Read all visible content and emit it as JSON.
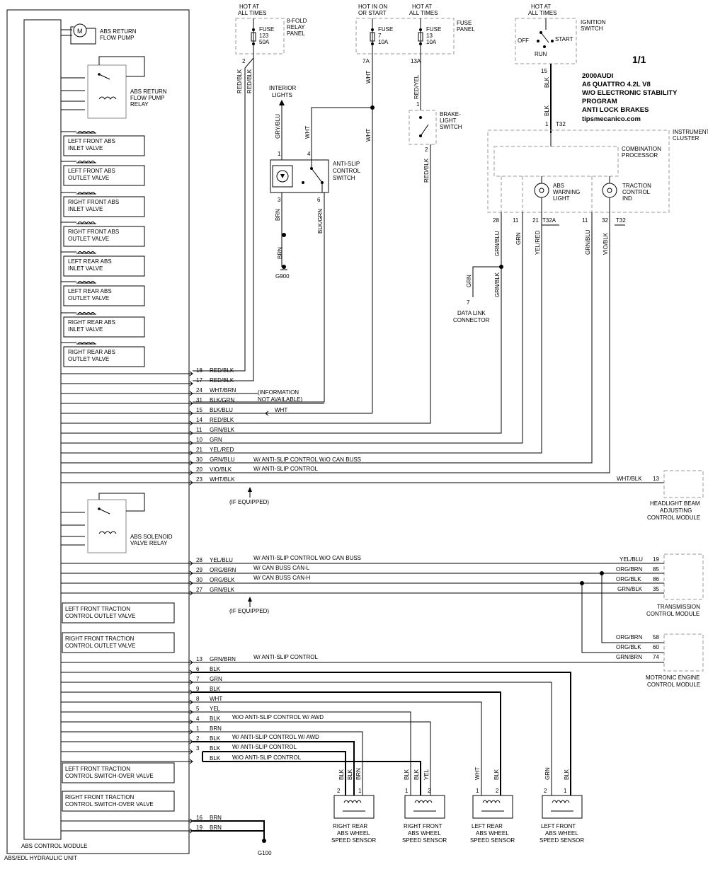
{
  "title": {
    "page_number": "1/1",
    "lines": [
      "2000AUDI",
      "A6 QUATTRO  4.2L V8",
      "W/O  ELECTRONIC STABILITY",
      "PROGRAM",
      "ANTI LOCK BRAKES",
      "tipsmecanico.com"
    ]
  },
  "abs_module": {
    "label": "ABS CONTROL MODULE",
    "hydraulic_label": "ABS/EDL HYDRAULIC UNIT",
    "return_pump": [
      "ABS RETURN",
      "FLOW PUMP"
    ],
    "pump_relay": [
      "ABS RETURN",
      "FLOW PUMP",
      "RELAY"
    ],
    "solenoid_relay": [
      "ABS SOLENOID",
      "VALVE RELAY"
    ],
    "valves": [
      [
        "LEFT FRONT ABS",
        "INLET VALVE"
      ],
      [
        "LEFT FRONT ABS",
        "OUTLET VALVE"
      ],
      [
        "RIGHT FRONT ABS",
        "INLET VALVE"
      ],
      [
        "RIGHT FRONT ABS",
        "OUTLET VALVE"
      ],
      [
        "LEFT REAR ABS",
        "INLET VALVE"
      ],
      [
        "LEFT REAR ABS",
        "OUTLET VALVE"
      ],
      [
        "RIGHT REAR ABS",
        "INLET VALVE"
      ],
      [
        "RIGHT REAR ABS",
        "OUTLET VALVE"
      ]
    ],
    "traction_valves": [
      [
        "LEFT FRONT TRACTION",
        "CONTROL OUTLET VALVE"
      ],
      [
        "RIGHT FRONT TRACTION",
        "CONTROL OUTLET VALVE"
      ]
    ],
    "switchover_valves": [
      [
        "LEFT FRONT TRACTION",
        "CONTROL SWITCH-OVER VALVE"
      ],
      [
        "RIGHT FRONT TRACTION",
        "CONTROL SWITCH-OVER VALVE"
      ]
    ]
  },
  "power": {
    "relay_panel": {
      "hot": [
        "HOT AT",
        "ALL TIMES"
      ],
      "panel": [
        "8-FOLD",
        "RELAY",
        "PANEL"
      ],
      "fuse": [
        "FUSE",
        "123",
        "50A"
      ],
      "pin": "2",
      "wire1": "RED/BLK",
      "wire2": "RED/BLK"
    },
    "fuse7": {
      "hot": [
        "HOT IN ON",
        "OR START"
      ],
      "fuse": [
        "FUSE",
        "7",
        "10A"
      ],
      "pin": "7A",
      "wire": "WHT"
    },
    "fuse13": {
      "hot": [
        "HOT AT",
        "ALL TIMES"
      ],
      "fuse": [
        "FUSE",
        "13",
        "10A"
      ],
      "pin": "13A",
      "wire": "RED/YEL"
    },
    "fuse_panel": [
      "FUSE",
      "PANEL"
    ],
    "ignition": {
      "hot": [
        "HOT AT",
        "ALL TIMES"
      ],
      "label": [
        "IGNITION",
        "SWITCH"
      ],
      "off": "OFF",
      "start": "START",
      "run": "RUN",
      "pin": "15",
      "wire": "BLK",
      "wire2": "BLK",
      "pin2": "1",
      "conn": "T32"
    }
  },
  "interior": {
    "lights": [
      "INTERIOR",
      "LIGHTS"
    ],
    "wire_up": "GRY/BLU",
    "wire_wht": "WHT",
    "switch": [
      "ANTI-SLIP",
      "CONTROL",
      "SWITCH"
    ],
    "pins": [
      "1",
      "4",
      "3",
      "6"
    ],
    "wire_brn": "BRN",
    "wire_brn2": "BRN",
    "wire_blkgrn": "BLK/GRN",
    "ground": "G900",
    "wire_wht_long": "WHT"
  },
  "brake": {
    "switch": [
      "BRAKE-",
      "LIGHT",
      "SWITCH"
    ],
    "pin1": "1",
    "pin2": "2",
    "wire": "RED/BLK"
  },
  "cluster": {
    "label": [
      "INSTRUMENT",
      "CLUSTER"
    ],
    "processor": [
      "COMBINATION",
      "PROCESSOR"
    ],
    "abs_light": [
      "ABS",
      "WARNING",
      "LIGHT"
    ],
    "traction": [
      "TRACTION",
      "CONTROL",
      "IND"
    ],
    "pins": [
      "28",
      "11",
      "21",
      "11",
      "32"
    ],
    "conn_a": "T32A",
    "conn_b": "T32",
    "wires": [
      "GRN/BLU",
      "GRN",
      "YEL/RED",
      "GRN/BLU",
      "VIO/BLK"
    ],
    "wire_grnblk": "GRN/BLK",
    "wire_grn": "GRN",
    "dlc": {
      "pin": "7",
      "label": [
        "DATA LINK",
        "CONNECTOR"
      ]
    }
  },
  "module_pins": [
    {
      "pin": "18",
      "color": "RED/BLK"
    },
    {
      "pin": "17",
      "color": "RED/BLK"
    },
    {
      "pin": "24",
      "color": "WHT/BRN"
    },
    {
      "pin": "31",
      "color": "BLK/GRN"
    },
    {
      "pin": "15",
      "color": "BLK/BLU"
    },
    {
      "pin": "14",
      "color": "RED/BLK"
    },
    {
      "pin": "11",
      "color": "GRN/BLK"
    },
    {
      "pin": "10",
      "color": "GRN"
    },
    {
      "pin": "21",
      "color": "YEL/RED"
    },
    {
      "pin": "30",
      "color": "GRN/BLU"
    },
    {
      "pin": "20",
      "color": "VIO/BLK"
    },
    {
      "pin": "23",
      "color": "WHT/BLK"
    },
    {
      "pin": "28",
      "color": "YEL/BLU"
    },
    {
      "pin": "29",
      "color": "ORG/BRN"
    },
    {
      "pin": "30",
      "color": "ORG/BLK"
    },
    {
      "pin": "27",
      "color": "GRN/BLK"
    },
    {
      "pin": "13",
      "color": "GRN/BRN"
    },
    {
      "pin": "6",
      "color": "BLK"
    },
    {
      "pin": "7",
      "color": "GRN"
    },
    {
      "pin": "9",
      "color": "BLK"
    },
    {
      "pin": "8",
      "color": "WHT"
    },
    {
      "pin": "5",
      "color": "YEL"
    },
    {
      "pin": "4",
      "color": "BLK"
    },
    {
      "pin": "1",
      "color": "BRN"
    },
    {
      "pin": "2",
      "color": "BLK"
    },
    {
      "pin": "3",
      "color": "BLK"
    },
    {
      "pin": "",
      "color": "BLK"
    },
    {
      "pin": "16",
      "color": "BRN"
    },
    {
      "pin": "19",
      "color": "BRN"
    }
  ],
  "notes": {
    "info_na": [
      "(INFORMATION",
      "NOT AVAILABLE)"
    ],
    "wht_arrow": "WHT",
    "asr_no_can": "W/ ANTI-SLIP CONTROL W/O CAN BUSS",
    "asr": "W/ ANTI-SLIP CONTROL",
    "if_equipped": "(IF EQUIPPED)",
    "asr_no_can2": "W/ ANTI-SLIP CONTROL W/O CAN BUSS",
    "can_l": "W/ CAN BUSS CAN-L",
    "can_h": "W/ CAN BUSS CAN-H",
    "if_equipped2": "(IF EQUIPPED)",
    "asr2": "W/ ANTI-SLIP CONTROL",
    "no_asr_awd": "W/O ANTI-SLIP CONTROL W/ AWD",
    "asr_awd": "W/ ANTI-SLIP CONTROL W/ AWD",
    "asr3": "W/ ANTI-SLIP CONTROL",
    "no_asr": "W/O ANTI-SLIP CONTROL"
  },
  "headlight": {
    "wire": "WHT/BLK",
    "pin": "13",
    "label": [
      "HEADLIGHT BEAM",
      "ADJUSTING",
      "CONTROL MODULE"
    ]
  },
  "transmission": {
    "label": [
      "TRANSMISSION",
      "CONTROL MODULE"
    ],
    "rows": [
      {
        "color": "YEL/BLU",
        "pin": "19"
      },
      {
        "color": "ORG/BRN",
        "pin": "85"
      },
      {
        "color": "ORG/BLK",
        "pin": "86"
      },
      {
        "color": "GRN/BLK",
        "pin": "35"
      }
    ]
  },
  "motronic": {
    "label": [
      "MOTRONIC ENGINE",
      "CONTROL MODULE"
    ],
    "rows": [
      {
        "color": "ORG/BRN",
        "pin": "58"
      },
      {
        "color": "ORG/BLK",
        "pin": "60"
      },
      {
        "color": "GRN/BRN",
        "pin": "74"
      }
    ]
  },
  "sensors": [
    {
      "label": [
        "RIGHT REAR",
        "ABS WHEEL",
        "SPEED SENSOR"
      ],
      "pins": [
        "2",
        "1"
      ],
      "wires": [
        "BLK",
        "BLK",
        "BRN"
      ]
    },
    {
      "label": [
        "RIGHT FRONT",
        "ABS WHEEL",
        "SPEED SENSOR"
      ],
      "pins": [
        "1",
        "2"
      ],
      "wires": [
        "BLK",
        "BLK",
        "YEL"
      ]
    },
    {
      "label": [
        "LEFT REAR",
        "ABS WHEEL",
        "SPEED SENSOR"
      ],
      "pins": [
        "1",
        "2"
      ],
      "wires": [
        "WHT",
        "BLK"
      ]
    },
    {
      "label": [
        "LEFT FRONT",
        "ABS WHEEL",
        "SPEED SENSOR"
      ],
      "pins": [
        "2",
        "1"
      ],
      "wires": [
        "GRN",
        "BLK"
      ]
    }
  ],
  "ground_g100": "G100"
}
